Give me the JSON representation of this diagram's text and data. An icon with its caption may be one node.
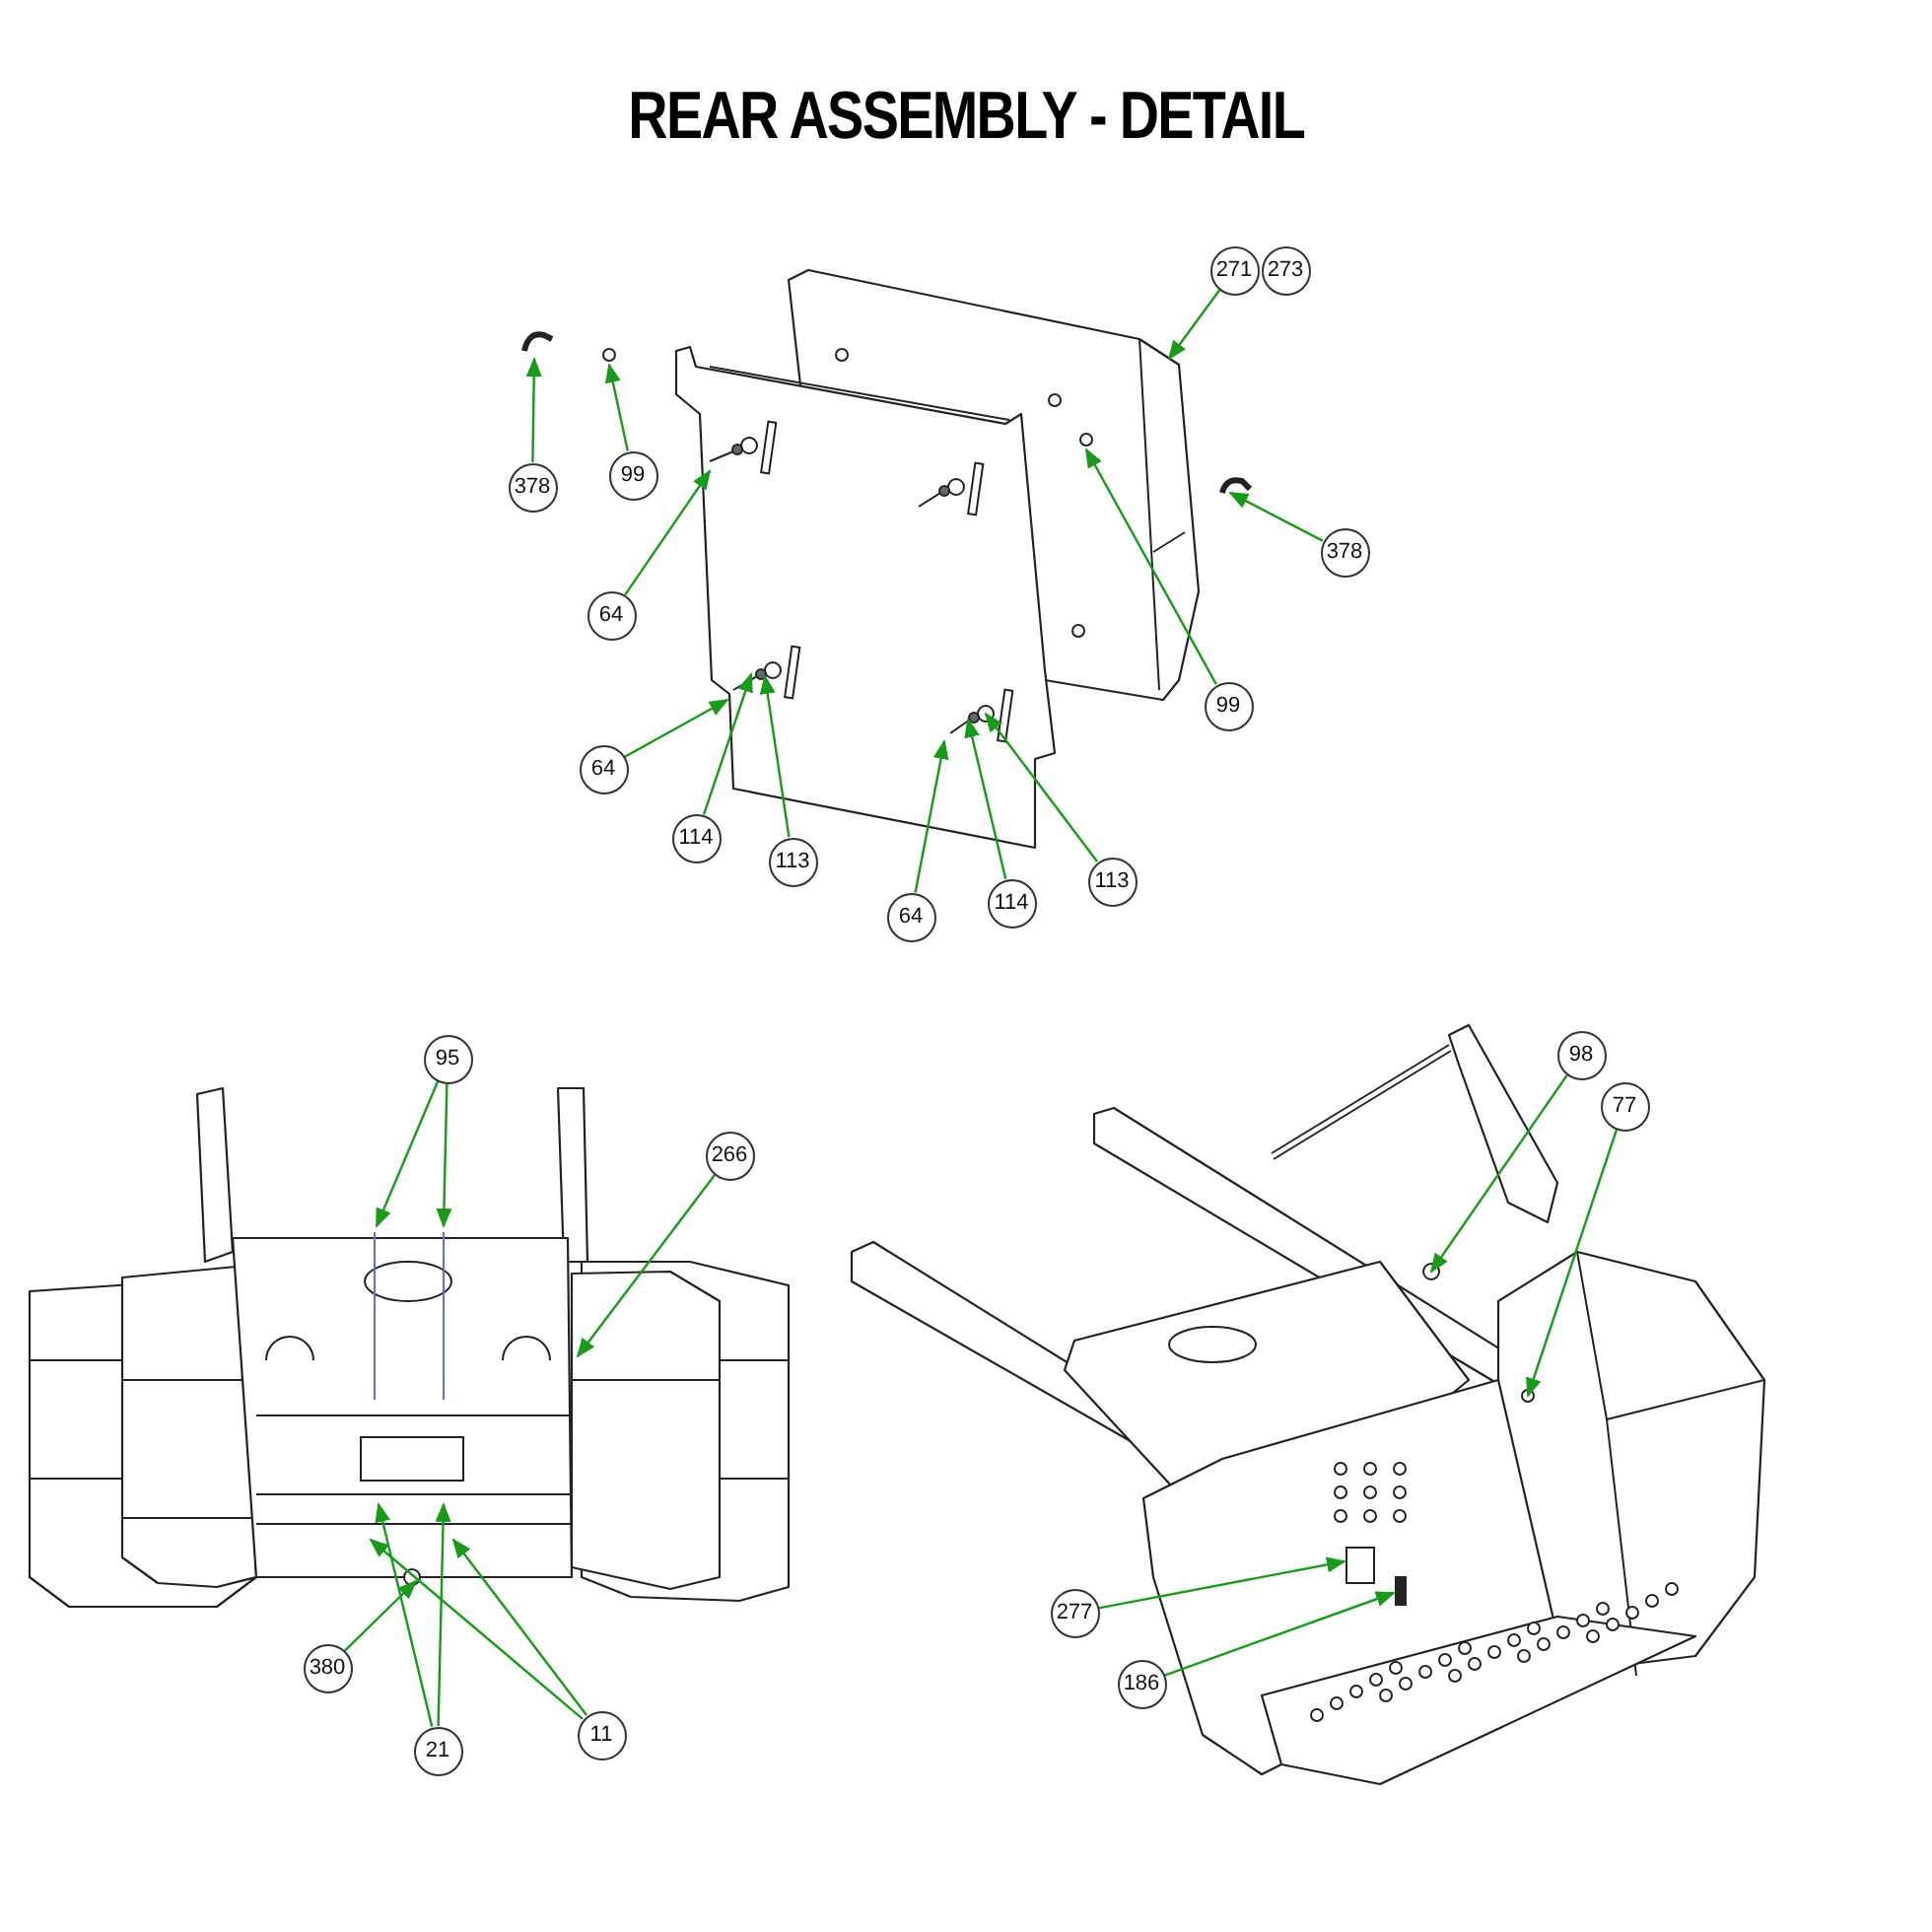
{
  "diagram": {
    "title": "REAR ASSEMBLY - DETAIL",
    "nodes": [
      {
        "text": [
          "378"
        ]
      },
      {
        "text": [
          "99"
        ]
      },
      {
        "text": [
          "271"
        ]
      },
      {
        "text": [
          "273"
        ]
      },
      {
        "text": [
          "64"
        ]
      },
      {
        "text": [
          "378"
        ]
      },
      {
        "text": [
          "99"
        ]
      },
      {
        "text": [
          "64"
        ]
      },
      {
        "text": [
          "114"
        ]
      },
      {
        "text": [
          "113"
        ]
      },
      {
        "text": [
          "64"
        ]
      },
      {
        "text": [
          "114"
        ]
      },
      {
        "text": [
          "113"
        ]
      },
      {
        "text": [
          "95"
        ]
      },
      {
        "text": [
          "266"
        ]
      },
      {
        "text": [
          "380"
        ]
      },
      {
        "text": [
          "21"
        ]
      },
      {
        "text": [
          "11"
        ]
      },
      {
        "text": [
          "98"
        ]
      },
      {
        "text": [
          "77"
        ]
      },
      {
        "text": [
          "277"
        ]
      },
      {
        "text": [
          "186"
        ]
      }
    ],
    "edges": [
      {
        "from": 0,
        "to": null,
        "arrow": "to"
      },
      {
        "from": 1,
        "to": null,
        "arrow": "to"
      },
      {
        "from": 2,
        "to": null,
        "arrow": "to"
      },
      {
        "from": 4,
        "to": null,
        "arrow": "to"
      },
      {
        "from": 5,
        "to": null,
        "arrow": "to"
      },
      {
        "from": 6,
        "to": null,
        "arrow": "to"
      },
      {
        "from": 7,
        "to": null,
        "arrow": "to"
      },
      {
        "from": 8,
        "to": null,
        "arrow": "to"
      },
      {
        "from": 9,
        "to": null,
        "arrow": "to"
      },
      {
        "from": 10,
        "to": null,
        "arrow": "to"
      },
      {
        "from": 11,
        "to": null,
        "arrow": "to"
      },
      {
        "from": 12,
        "to": null,
        "arrow": "to"
      },
      {
        "from": 13,
        "to": null,
        "arrow": "to"
      },
      {
        "from": 13,
        "to": null,
        "arrow": "to"
      },
      {
        "from": 14,
        "to": null,
        "arrow": "to"
      },
      {
        "from": 15,
        "to": null,
        "arrow": "to"
      },
      {
        "from": 16,
        "to": null,
        "arrow": "to"
      },
      {
        "from": 16,
        "to": null,
        "arrow": "to"
      },
      {
        "from": 17,
        "to": null,
        "arrow": "to"
      },
      {
        "from": 17,
        "to": null,
        "arrow": "to"
      },
      {
        "from": 18,
        "to": null,
        "arrow": "to"
      },
      {
        "from": 19,
        "to": null,
        "arrow": "to"
      },
      {
        "from": 20,
        "to": null,
        "arrow": "to"
      },
      {
        "from": 21,
        "to": null,
        "arrow": "to"
      }
    ]
  }
}
